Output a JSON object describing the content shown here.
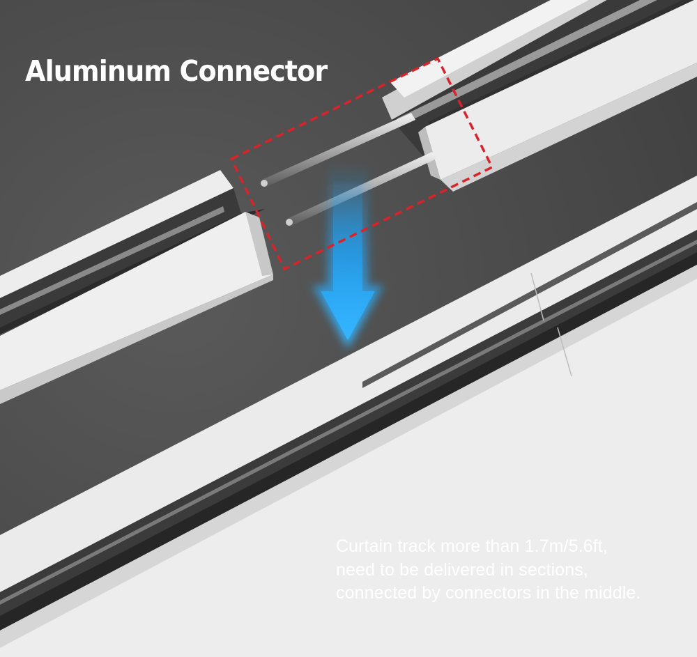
{
  "headline": "Aluminum Connector",
  "caption": {
    "lines": [
      "Curtain track more than 1.7m/5.6ft,",
      "need to be delivered in sections,",
      "connected by connectors in the middle."
    ]
  },
  "colors": {
    "background": "#505050",
    "track": "#eeeeee",
    "highlight_box": "#d8232a",
    "arrow": "#1ea7ff",
    "text": "#ffffff"
  },
  "icons": [
    "dashed-highlight-box",
    "down-arrow-icon"
  ]
}
